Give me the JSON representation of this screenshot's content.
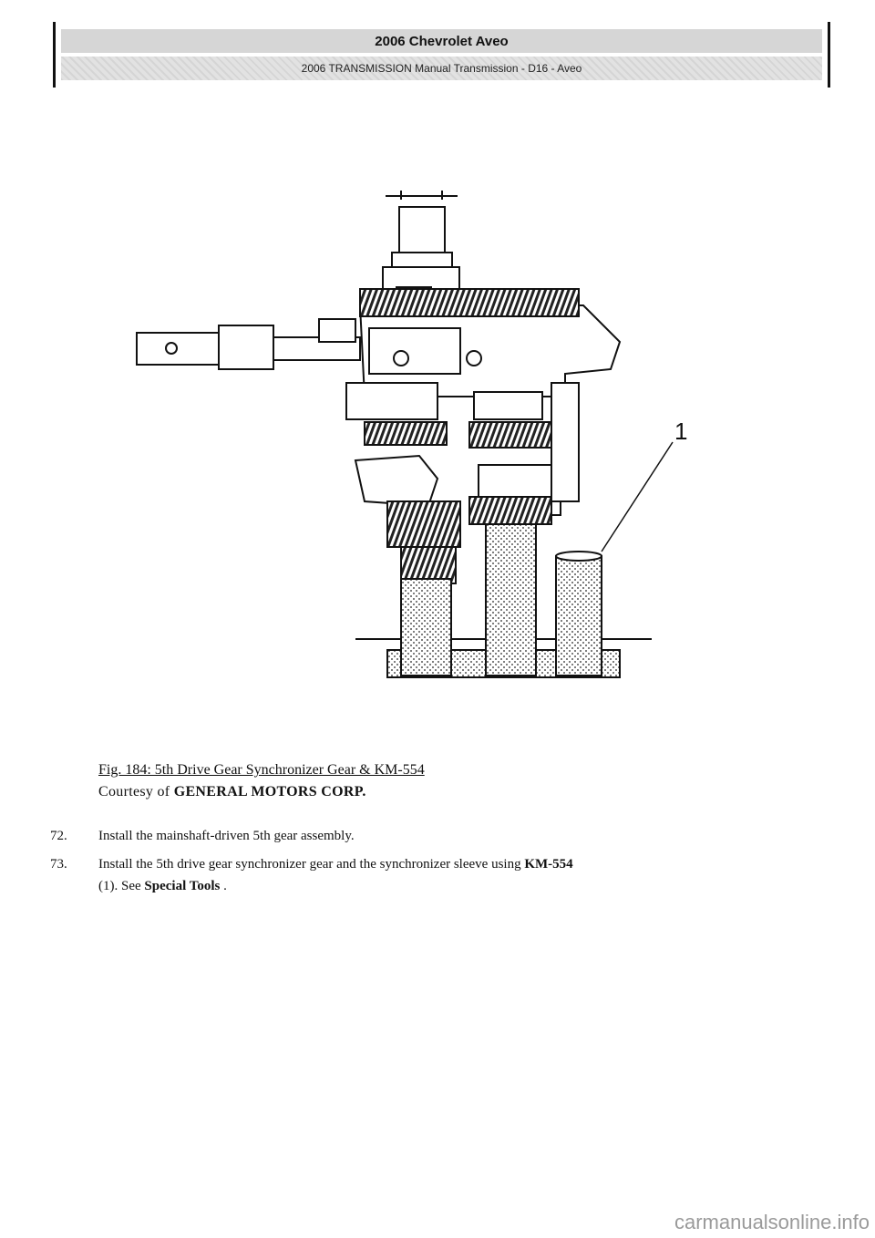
{
  "header": {
    "title": "2006 Chevrolet Aveo",
    "subtitle": "2006 TRANSMISSION Manual Transmission - D16 - Aveo"
  },
  "figure": {
    "callout": "1",
    "caption": "Fig. 184: 5th Drive Gear Synchronizer Gear & KM-554",
    "courtesy_prefix": "Courtesy of ",
    "courtesy_company": "GENERAL MOTORS CORP."
  },
  "steps": [
    {
      "number": "72.",
      "text": "Install the mainshaft-driven 5th gear assembly."
    },
    {
      "number": "73.",
      "text_before": "Install the 5th drive gear synchronizer gear and the synchronizer sleeve using ",
      "tool": "KM-554",
      "continuation_prefix": "(1). See ",
      "link": "Special Tools",
      "continuation_suffix": " ."
    }
  ],
  "watermark": "carmanualsonline.info"
}
